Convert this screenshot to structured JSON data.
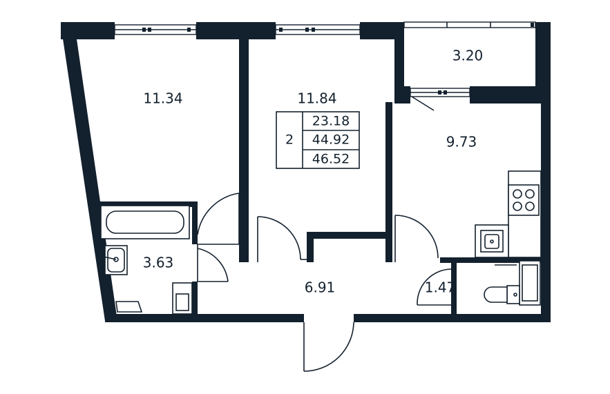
{
  "rooms": {
    "room_left": "11.34",
    "room_center": "11.84",
    "balcony": "3.20",
    "kitchen": "9.73",
    "bathroom": "3.63",
    "hallway": "6.91",
    "wc": "1.47"
  },
  "summary": {
    "rooms_count": "2",
    "living_area": "23.18",
    "total_area": "44.92",
    "total_with_balcony": "46.52"
  }
}
